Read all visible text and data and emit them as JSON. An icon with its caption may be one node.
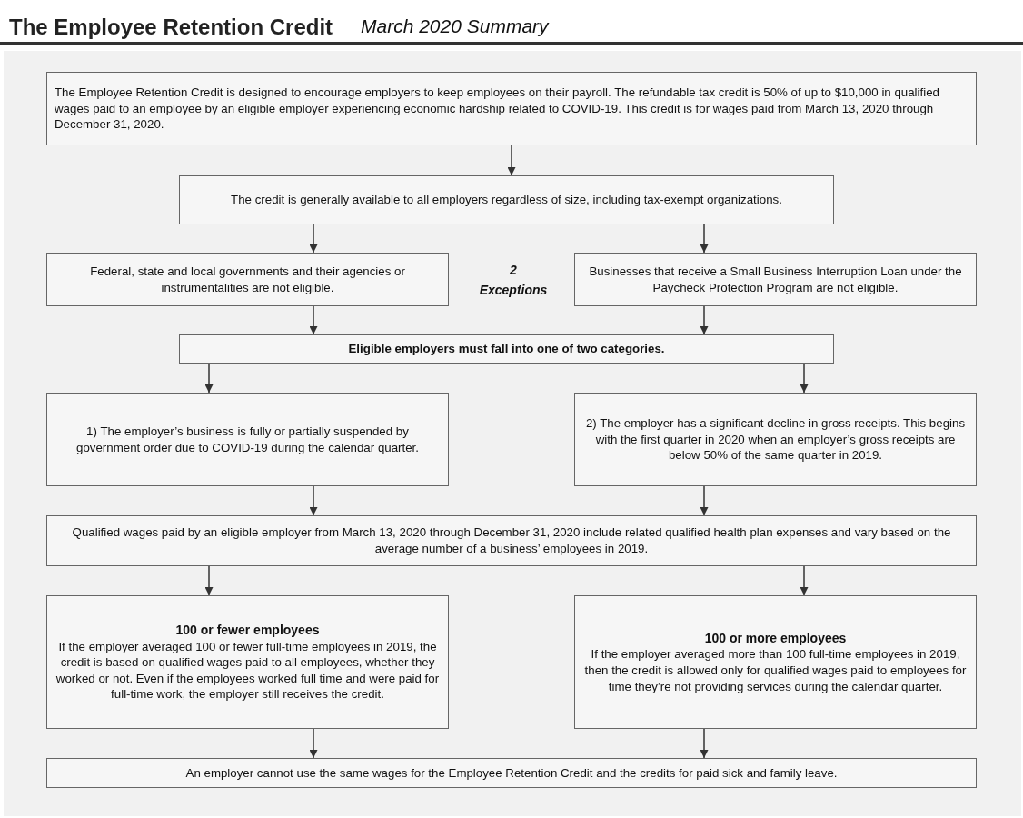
{
  "diagram": {
    "title": "The Employee Retention Credit",
    "caption": "March 2020 Summary",
    "nodes": [
      {
        "text": [
          "The Employee Retention Credit is designed to encourage employers to keep employees on their payroll. The refundable tax credit is 50% of up to $10,000 in qualified wages paid to an employee by an eligible employer experiencing economic hardship related to COVID-19. This credit is for wages paid from March 13, 2020 through December 31, 2020."
        ]
      },
      {
        "text": [
          "The credit is generally available to all employers regardless of size, including tax-exempt organizations."
        ]
      },
      {
        "text": [
          "Federal, state and local governments and their agencies or instrumentalities are not eligible."
        ]
      },
      {
        "text": [
          "Businesses that receive a Small Business Interruption Loan under the Paycheck Protection Program are not eligible."
        ]
      },
      {
        "text": [
          "Eligible employers must fall into one of two categories."
        ]
      },
      {
        "text": [
          "1) The employer’s business is fully or partially suspended by government order due to COVID-19 during the calendar quarter."
        ]
      },
      {
        "text": [
          "2) The employer has a significant decline in gross receipts. This begins with the first quarter in 2020 when an employer’s gross receipts are below 50% of the same quarter in 2019."
        ]
      },
      {
        "text": [
          "Qualified wages paid by an eligible employer from March 13, 2020 through December 31, 2020 include related qualified health plan expenses and vary based on the average number of a business’ employees in 2019."
        ]
      },
      {
        "text": [
          "100 or fewer employees",
          "If the employer averaged 100 or fewer full-time employees in 2019, the credit is based on qualified wages paid to all employees, whether they worked or not. Even if the employees worked full time and were paid for full-time work, the employer still receives the credit."
        ]
      },
      {
        "text": [
          "100 or more employees",
          "If the employer averaged more than 100 full-time employees in 2019, then the credit is allowed only for qualified wages paid to employees for time they’re not providing services during the calendar quarter."
        ]
      },
      {
        "text": [
          "An employer cannot use the same wages for the Employee Retention Credit and the credits for paid sick and family leave."
        ]
      }
    ],
    "edges": [
      {
        "from": 0,
        "to": 1,
        "arrow": "to"
      },
      {
        "from": 1,
        "to": 2,
        "arrow": "to"
      },
      {
        "from": 1,
        "to": 3,
        "arrow": "to"
      },
      {
        "from": 2,
        "to": 4,
        "arrow": "to"
      },
      {
        "from": 3,
        "to": 4,
        "arrow": "to"
      },
      {
        "from": 4,
        "to": 5,
        "arrow": "to"
      },
      {
        "from": 4,
        "to": 6,
        "arrow": "to"
      },
      {
        "from": 5,
        "to": 7,
        "arrow": "to"
      },
      {
        "from": 6,
        "to": 7,
        "arrow": "to"
      },
      {
        "from": 7,
        "to": 8,
        "arrow": "to"
      },
      {
        "from": 7,
        "to": 9,
        "arrow": "to"
      },
      {
        "from": 8,
        "to": 10,
        "arrow": "to"
      },
      {
        "from": 9,
        "to": 10,
        "arrow": "to"
      }
    ],
    "labels": [
      "2 Exceptions"
    ]
  }
}
